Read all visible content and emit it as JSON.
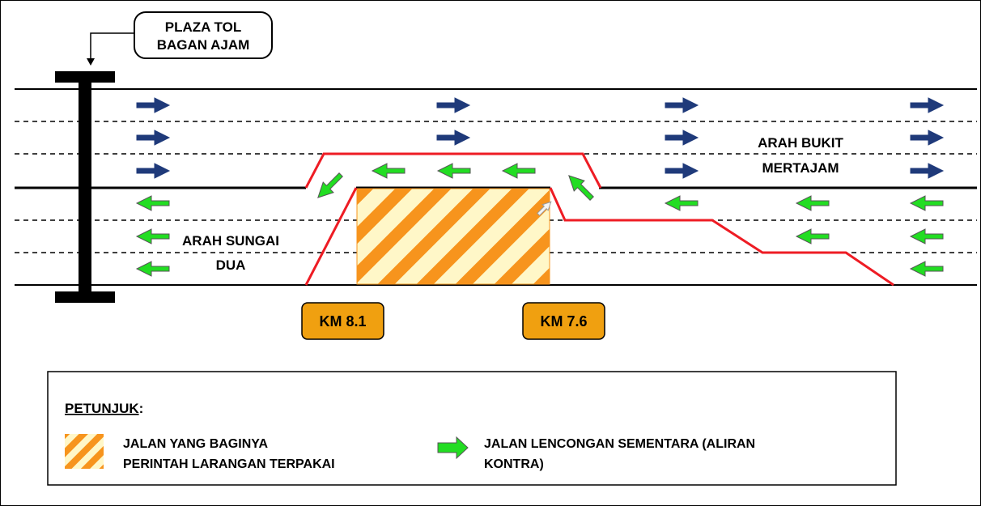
{
  "plaza": {
    "line1": "PLAZA TOL",
    "line2": "BAGAN AJAM"
  },
  "direction_upper": {
    "line1": "ARAH BUKIT",
    "line2": "MERTAJAM"
  },
  "direction_lower": {
    "line1": "ARAH SUNGAI",
    "line2": "DUA"
  },
  "markers": {
    "left": "KM 8.1",
    "right": "KM 7.6"
  },
  "legend": {
    "title": "PETUNJUK",
    "title_suffix": ":",
    "closed_road": {
      "line1": "JALAN YANG BAGINYA",
      "line2": "PERINTAH LARANGAN TERPAKAI"
    },
    "contraflow": {
      "line1": "JALAN LENCONGAN SEMENTARA (ALIRAN",
      "line2": "KONTRA)"
    }
  },
  "colors": {
    "detour_line": "#ee1c24",
    "arrow_normal": "#1f3a7a",
    "arrow_contraflow": "#22dd22",
    "hatch_orange": "#f7941d",
    "hatch_light": "#fff7c8",
    "km_badge": "#f0a010"
  },
  "icons": {
    "normal_arrow": "right-arrow-icon",
    "contraflow_arrow": "left-arrow-icon",
    "toll_gate": "toll-gate-icon"
  }
}
